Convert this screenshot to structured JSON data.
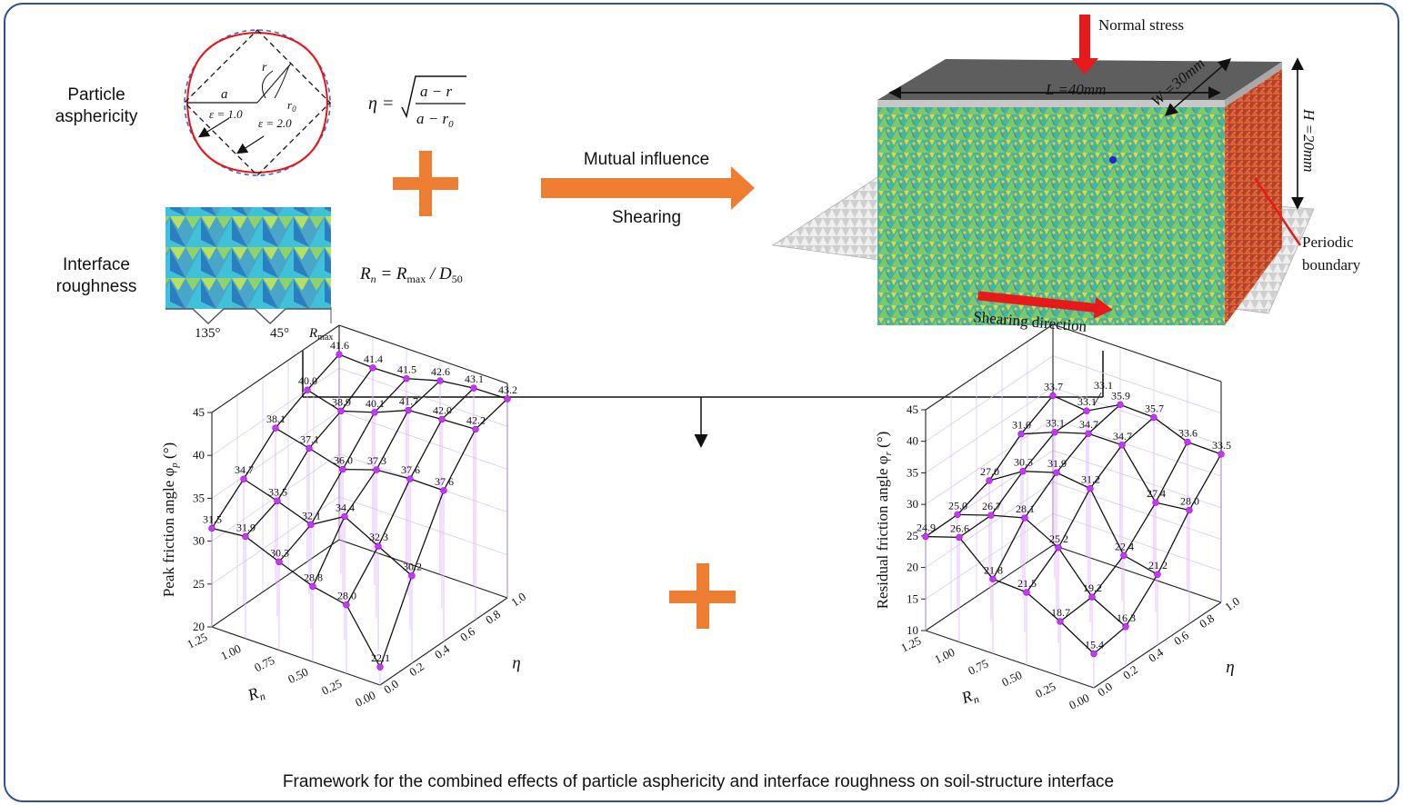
{
  "top_left": {
    "asphericity_label_line1": "Particle",
    "asphericity_label_line2": "asphericity",
    "roughness_label_line1": "Interface",
    "roughness_label_line2": "roughness",
    "eps1": "ε = 1.0",
    "eps2": "ε = 2.0",
    "sym_a": "a",
    "sym_r": "r",
    "sym_r0": "r",
    "sym_r0_sub": "0",
    "eta_lhs": "η =",
    "eta_num": "a − r",
    "eta_den": "a − r",
    "eta_den_sub": "0",
    "rn_formula_lhs": "R",
    "rn_formula_lhs_sub": "n",
    "rn_formula_mid": " = R",
    "rn_formula_mid_sub": "max",
    "rn_formula_rhs": " / D",
    "rn_formula_rhs_sub": "50",
    "angle_135": "135°",
    "angle_45": "45°",
    "rmax": "R",
    "rmax_sub": "max"
  },
  "middle": {
    "mutual": "Mutual influence",
    "shearing": "Shearing"
  },
  "specimen": {
    "normal_stress": "Normal stress",
    "L": "L =40mm",
    "W": "W =30mm",
    "H": "H =20mm",
    "periodic_line1": "Periodic",
    "periodic_line2": "boundary",
    "shear_dir": "Shearing direction"
  },
  "colors": {
    "orange": "#ED7D31",
    "red": "#E8191A",
    "frame": "#2E4E9E",
    "marker": "#CC33FF"
  },
  "caption": "Framework for the combined effects of particle asphericity and interface roughness on soil-structure interface",
  "chart_data": [
    {
      "type": "scatter3d",
      "zlabel": "Peak friction angle φ",
      "zlabel_sub": "p",
      "zlabel_unit": " (°)",
      "xlabel": "R",
      "xlabel_sub": "n",
      "ylabel": "η",
      "rn_ticks": [
        "1.25",
        "1.00",
        "0.75",
        "0.50",
        "0.25",
        "0.00"
      ],
      "eta_ticks": [
        "0.0",
        "0.2",
        "0.4",
        "0.6",
        "0.8",
        "1.0"
      ],
      "z_ticks": [
        "20",
        "25",
        "30",
        "35",
        "40",
        "45"
      ],
      "zlim": [
        20,
        45
      ],
      "eta": [
        0.0,
        0.25,
        0.5,
        0.75,
        1.0
      ],
      "rn_order_front_to_back": [
        "0.00",
        "0.25",
        "0.75",
        "1.25"
      ],
      "values": [
        [
          22.1,
          30.2,
          37.6,
          42.2,
          43.2
        ],
        [
          28.0,
          32.3,
          37.6,
          42.0,
          43.1
        ],
        [
          28.8,
          34.4,
          37.3,
          41.7,
          42.6
        ],
        [
          30.3,
          32.1,
          36.0,
          40.1,
          41.5
        ],
        [
          31.9,
          33.5,
          37.1,
          38.9,
          41.4
        ],
        [
          31.5,
          34.7,
          38.1,
          40.0,
          41.6
        ]
      ]
    },
    {
      "type": "scatter3d",
      "zlabel": "Residual friction angle φ",
      "zlabel_sub": "r",
      "zlabel_unit": " (°)",
      "xlabel": "R",
      "xlabel_sub": "n",
      "ylabel": "η",
      "rn_ticks": [
        "1.25",
        "1.00",
        "0.75",
        "0.50",
        "0.25",
        "0.00"
      ],
      "eta_ticks": [
        "0.0",
        "0.2",
        "0.4",
        "0.6",
        "0.8",
        "1.0"
      ],
      "z_ticks": [
        "10",
        "15",
        "20",
        "25",
        "30",
        "35",
        "40",
        "45"
      ],
      "zlim": [
        10,
        45
      ],
      "eta": [
        0.0,
        0.25,
        0.5,
        0.75,
        1.0
      ],
      "values": [
        [
          15.4,
          16.3,
          21.2,
          28.0,
          33.5
        ],
        [
          18.7,
          19.2,
          22.4,
          27.4,
          33.6
        ],
        [
          21.5,
          25.2,
          31.2,
          34.7,
          35.7
        ],
        [
          21.8,
          28.1,
          31.9,
          34.7,
          35.9
        ],
        [
          26.6,
          26.7,
          30.3,
          33.1,
          33.1
        ],
        [
          24.9,
          25.0,
          27.0,
          31.0,
          33.7
        ]
      ],
      "annotation": "33.1"
    }
  ]
}
